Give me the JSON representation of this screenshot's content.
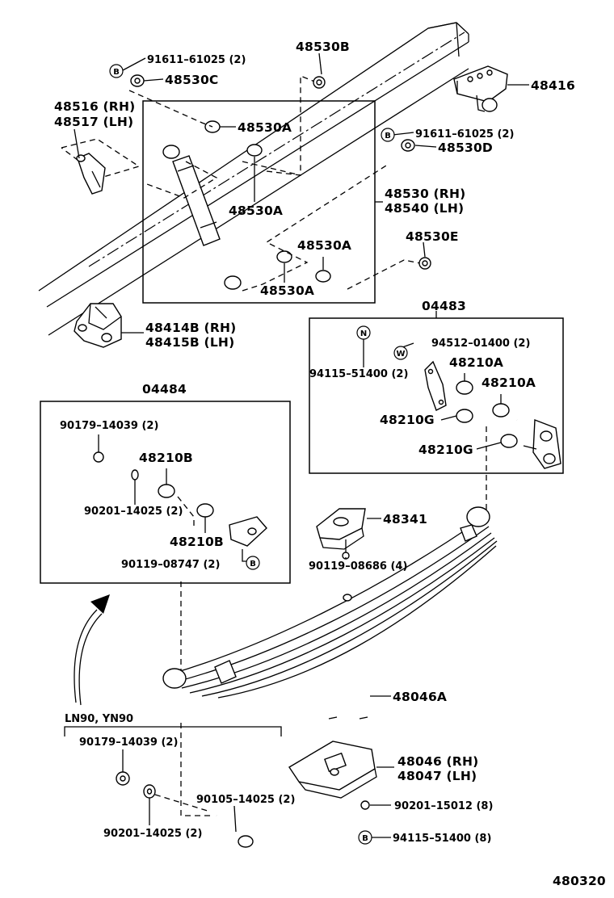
{
  "figure_number": "480320",
  "callouts": {
    "c_91611_top": "91611–61025 (2)",
    "c_48530B": "48530B",
    "c_48530C": "48530C",
    "c_48416": "48416",
    "c_48516": "48516 (RH)",
    "c_48517": "48517 (LH)",
    "c_48530A_1": "48530A",
    "c_91611_right": "91611–61025 (2)",
    "c_48530D": "48530D",
    "c_48530A_2": "48530A",
    "c_48530_rh": "48530 (RH)",
    "c_48540_lh": "48540 (LH)",
    "c_48530A_3": "48530A",
    "c_48530E": "48530E",
    "c_48530A_4": "48530A",
    "c_48414B": "48414B (RH)",
    "c_48415B": "48415B (LH)",
    "c_04483": "04483",
    "c_94512": "94512–01400 (2)",
    "c_94115_box": "94115–51400 (2)",
    "c_48210A_1": "48210A",
    "c_48210A_2": "48210A",
    "c_48210G_1": "48210G",
    "c_48210G_2": "48210G",
    "c_04484": "04484",
    "c_90179_box": "90179–14039 (2)",
    "c_48210B_1": "48210B",
    "c_90201_box": "90201–14025 (2)",
    "c_48210B_2": "48210B",
    "c_90119_08747": "90119–08747 (2)",
    "c_48341": "48341",
    "c_90119_08686": "90119–08686 (4)",
    "c_48046A": "48046A",
    "c_ln90": "LN90, YN90",
    "c_90179_bottom": "90179–14039 (2)",
    "c_90105": "90105–14025 (2)",
    "c_90201_bottom": "90201–14025 (2)",
    "c_48046_rh": "48046 (RH)",
    "c_48047_lh": "48047 (LH)",
    "c_90201_15012": "90201–15012 (8)",
    "c_94115_bottom": "94115–51400 (8)"
  },
  "symbols": {
    "b": "B",
    "n": "N",
    "w": "W"
  }
}
